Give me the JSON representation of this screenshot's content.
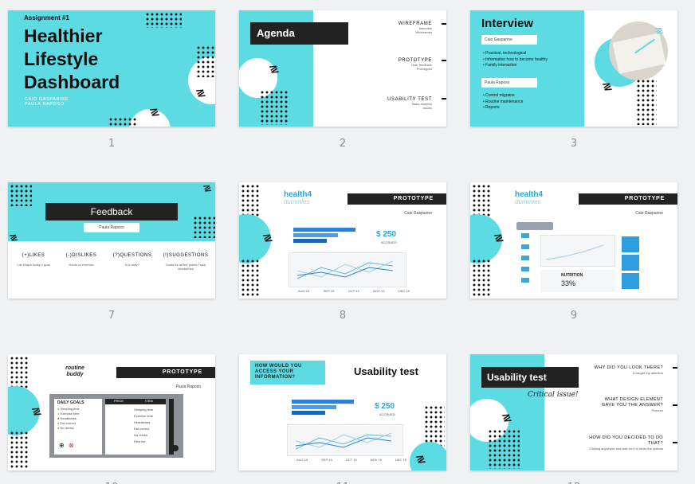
{
  "slides": [
    {
      "number": "1",
      "kicker": "Assignment #1",
      "title_lines": [
        "Healthier",
        "Lifestyle",
        "Dashboard"
      ],
      "authors": [
        "CAIO GASPARINE",
        "PAULA RAPOSO"
      ]
    },
    {
      "number": "2",
      "title": "Agenda",
      "sections": [
        {
          "heading": "WIREFRAME",
          "items": [
            "Interview",
            "Wireframes"
          ]
        },
        {
          "heading": "PROTOTYPE",
          "items": [
            "User feedback",
            "Prototypes"
          ]
        },
        {
          "heading": "USABILITY TEST",
          "items": [
            "Tasks analysis",
            "Issues"
          ]
        }
      ]
    },
    {
      "number": "3",
      "title": "Interview",
      "person1": "Caio Gasparine",
      "bullets1": [
        "Practical, technological",
        "Information how to become healthy",
        "Family interaction"
      ],
      "person2": "Paula Raposo",
      "bullets2": [
        "Control migraine",
        "Routine maintenance",
        "Reports"
      ]
    },
    {
      "number": "7",
      "title": "Feedback",
      "subtitle": "Paula Raposo",
      "columns": [
        {
          "heading": "(+)LIKES",
          "text": "List Graph today x goal"
        },
        {
          "heading": "(-)DISLIKES",
          "text": "Hours of exercise"
        },
        {
          "heading": "(?)QUESTIONS",
          "text": "Is it daily?"
        },
        {
          "heading": "(!)SUGGESTIONS",
          "text": "Goals for all the points Track headaches"
        }
      ]
    },
    {
      "number": "8",
      "brand": "health4",
      "brand_sub": "dummies",
      "title": "PROTOTYPE",
      "author": "Caio Gasparine",
      "amount": "$ 250",
      "amount_label": "ACCRUED",
      "x_labels": [
        "AUG 19",
        "SEP 19",
        "OCT 19",
        "NOV 19",
        "DEC 19"
      ]
    },
    {
      "number": "9",
      "brand": "health4",
      "brand_sub": "dummies",
      "title": "PROTOTYPE",
      "author": "Caio Gasparine",
      "nutrition_label": "NUTRITION",
      "nutrition_value": "33%"
    },
    {
      "number": "10",
      "brand": "routine buddy",
      "title": "PROTOTYPE",
      "author": "Paula Raposo",
      "goals_title": "DAILY GOALS",
      "col_price": "PRICE",
      "col_item": "ITEM",
      "goals": [
        "Sleeping time",
        "Exercise time",
        "Headaches",
        "Eat correct",
        "No drinks"
      ],
      "items": [
        "Sleeping time",
        "Exercise time",
        "Headaches",
        "Eat correct",
        "No drinks",
        "Rest list"
      ]
    },
    {
      "number": "11",
      "question": "HOW WOULD YOU ACCESS YOUR INFORMATION?",
      "title": "Usability test",
      "amount": "$ 250",
      "amount_label": "ACCRUED",
      "x_labels": [
        "AUG 19",
        "SEP 19",
        "OCT 19",
        "NOV 19",
        "DEC 19"
      ]
    },
    {
      "number": "12",
      "title": "Usability test",
      "subtitle": "Critical issue!",
      "qa": [
        {
          "q": "WHY DID YOU LOOK THERE?",
          "a": "It caught my attention"
        },
        {
          "q": "WHAT DESIGN ELEMENT GAVE YOU THE ANSWER?",
          "a": "Pictures"
        },
        {
          "q": "HOW DID YOU DECIDED TO DO THAT?",
          "a": "Clicking anywhere and wait for it to show the options"
        }
      ]
    }
  ]
}
